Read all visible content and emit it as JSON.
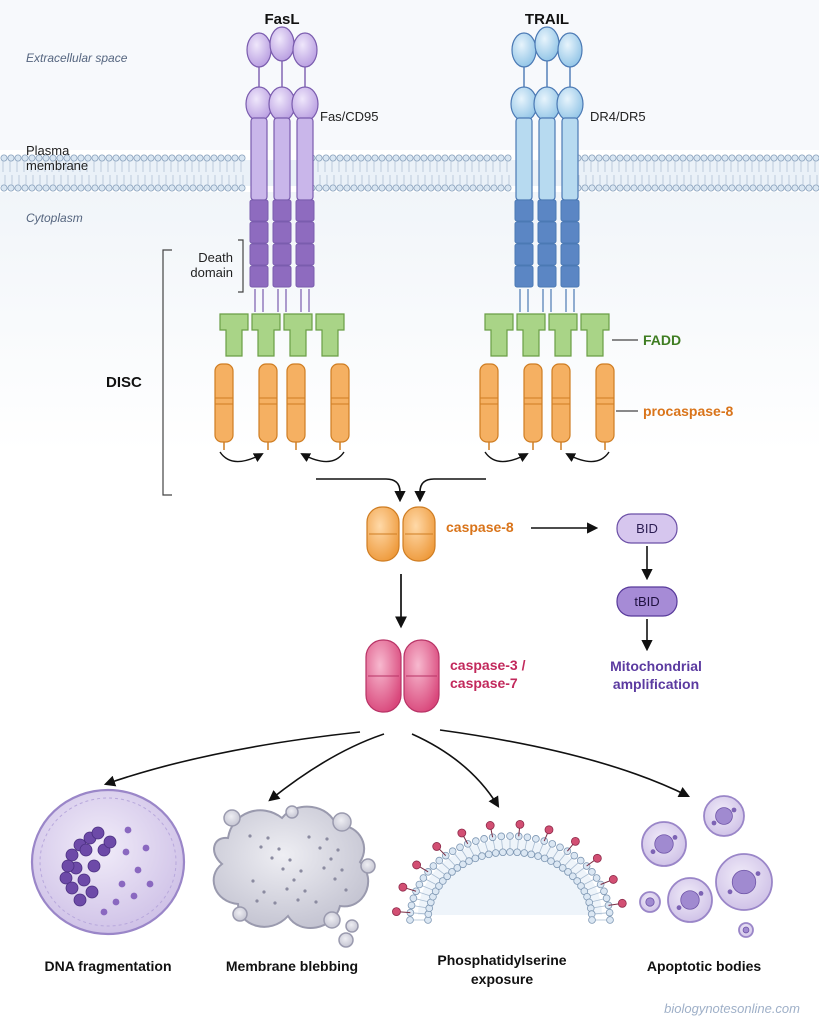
{
  "ligands": {
    "left": "FasL",
    "right": "TRAIL"
  },
  "receptors": {
    "left": "Fas/CD95",
    "right": "DR4/DR5"
  },
  "regions": {
    "extracellular": "Extracellular space",
    "membrane_line1": "Plasma",
    "membrane_line2": "membrane",
    "cytoplasm": "Cytoplasm"
  },
  "death_domain": {
    "line1": "Death",
    "line2": "domain"
  },
  "disc": "DISC",
  "fadd": "FADD",
  "procaspase8": "procaspase-8",
  "caspase8": "caspase-8",
  "bid": "BID",
  "tbid": "tBID",
  "mito": {
    "line1": "Mitochondrial",
    "line2": "amplification"
  },
  "caspase37": {
    "line1": "caspase-3 /",
    "line2": "caspase-7"
  },
  "outcomes": {
    "dna": "DNA fragmentation",
    "blebbing": "Membrane blebbing",
    "ps_line1": "Phosphatidylserine",
    "ps_line2": "exposure",
    "bodies": "Apoptotic bodies"
  },
  "watermark": "biologynotesonline.com",
  "colors": {
    "fas_receptor": "#c9b6ea",
    "fas_death_domain": "#8e6bbf",
    "trail_receptor": "#b7daf0",
    "trail_death_domain": "#5b86c4",
    "fadd": "#a9d487",
    "caspase8": "#f5b062",
    "caspase37": "#e66d98",
    "bid": "#cdb9e8"
  }
}
